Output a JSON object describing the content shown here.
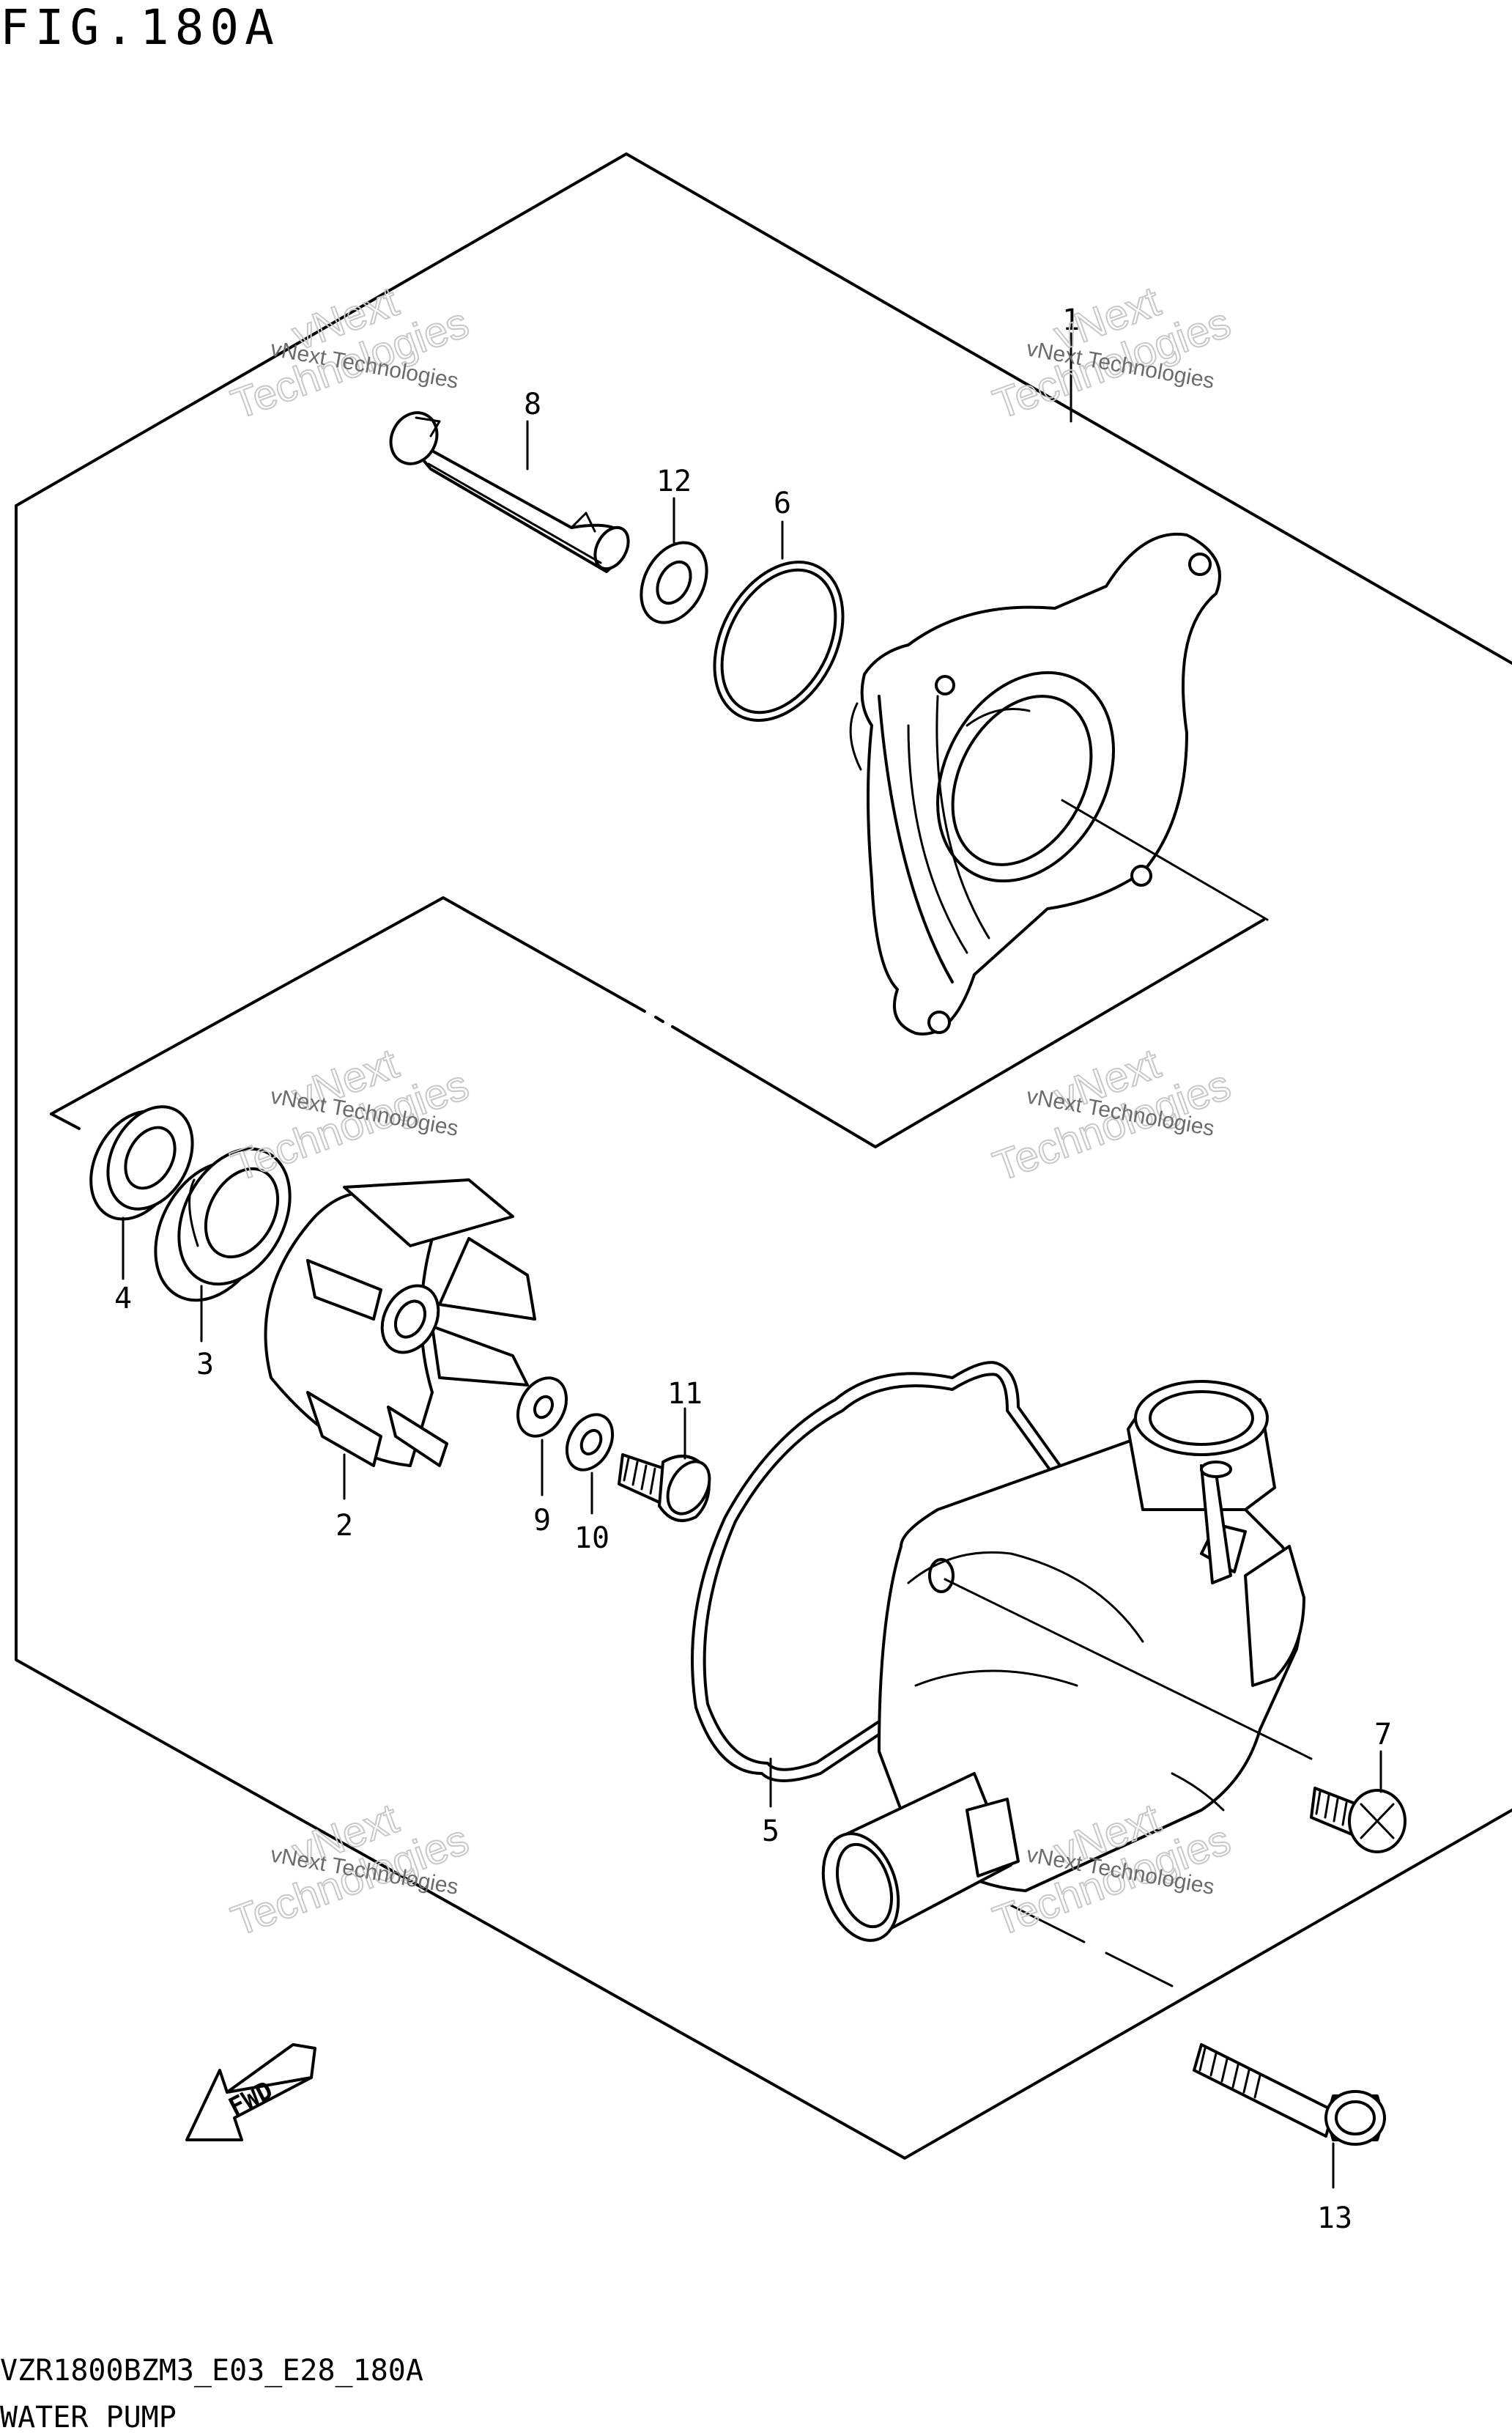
{
  "figure": {
    "title": "FIG.180A",
    "code": "VZR1800BZM3_E03_E28_180A",
    "name": "WATER PUMP"
  },
  "fwd_label": "FWD",
  "watermark": {
    "line1": "vNext",
    "line2": "Technologies",
    "small": "vNext Technologies"
  },
  "callouts": {
    "p1": "1",
    "p2": "2",
    "p3": "3",
    "p4": "4",
    "p5": "5",
    "p6": "6",
    "p7": "7",
    "p8": "8",
    "p9": "9",
    "p10": "10",
    "p11": "11",
    "p12": "12",
    "p13": "13"
  }
}
